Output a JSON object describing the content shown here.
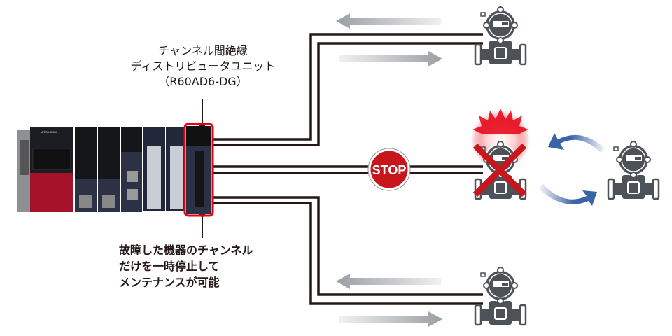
{
  "module_label": {
    "lines": [
      "チャンネル間絶縁",
      "ディストリビュータユニット",
      "（R60AD6-DG）"
    ]
  },
  "maintenance_label": {
    "lines": [
      "故障した機器のチャンネル",
      "だけを一時停止して",
      "メンテナンスが可能"
    ]
  },
  "stop_sign": {
    "text": "STOP",
    "color": "#c8161d"
  },
  "colors": {
    "wire": "#231815",
    "arrow_gray": "#a8acb0",
    "arrow_blue": "#3a64a8",
    "cross_red": "#c8161d",
    "highlight_red": "#e60012",
    "transmitter": "#4d5258",
    "plc_red": "#a5122a",
    "plc_dark": "#1c1d22"
  },
  "icons": [
    "plc-rack-image",
    "transmitter-icon",
    "faulty-transmitter-icon",
    "replacement-transmitter-icon",
    "cross-icon",
    "swap-arrows-icon",
    "signal-arrow-icon"
  ]
}
